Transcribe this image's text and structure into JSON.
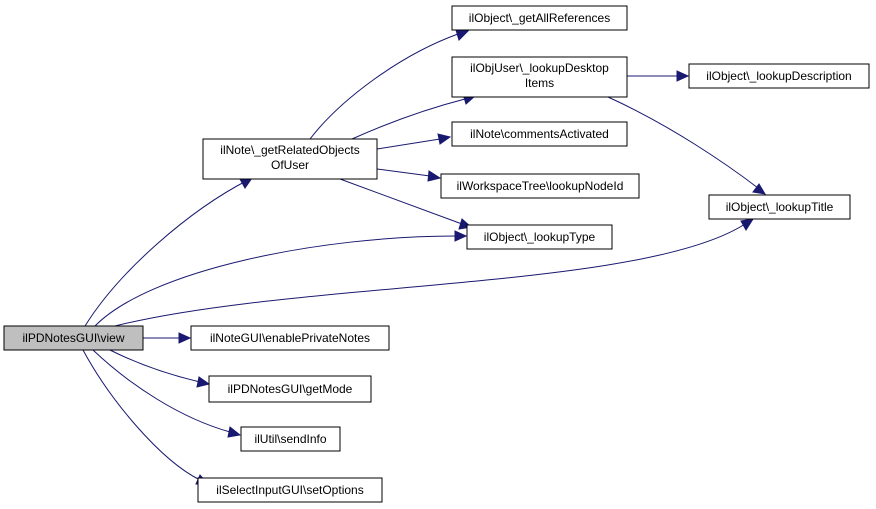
{
  "colors": {
    "edge": "#191970",
    "node_border": "#000000",
    "node_fill": "#ffffff",
    "root_fill": "#bfbfbf"
  },
  "nodes": {
    "view": {
      "label": "ilPDNotesGUI\\view"
    },
    "getRelated": {
      "line1": "ilNote\\_getRelatedObjects",
      "line2": "OfUser"
    },
    "getAllRefs": {
      "label": "ilObject\\_getAllReferences"
    },
    "lookupDesktop": {
      "line1": "ilObjUser\\_lookupDesktop",
      "line2": "Items"
    },
    "lookupDescription": {
      "label": "ilObject\\_lookupDescription"
    },
    "commentsActivated": {
      "label": "ilNote\\commentsActivated"
    },
    "lookupNodeId": {
      "label": "ilWorkspaceTree\\lookupNodeId"
    },
    "lookupTitle": {
      "label": "ilObject\\_lookupTitle"
    },
    "lookupType": {
      "label": "ilObject\\_lookupType"
    },
    "enablePrivateNotes": {
      "label": "ilNoteGUI\\enablePrivateNotes"
    },
    "getMode": {
      "label": "ilPDNotesGUI\\getMode"
    },
    "sendInfo": {
      "label": "ilUtil\\sendInfo"
    },
    "setOptions": {
      "label": "ilSelectInputGUI\\setOptions"
    }
  }
}
